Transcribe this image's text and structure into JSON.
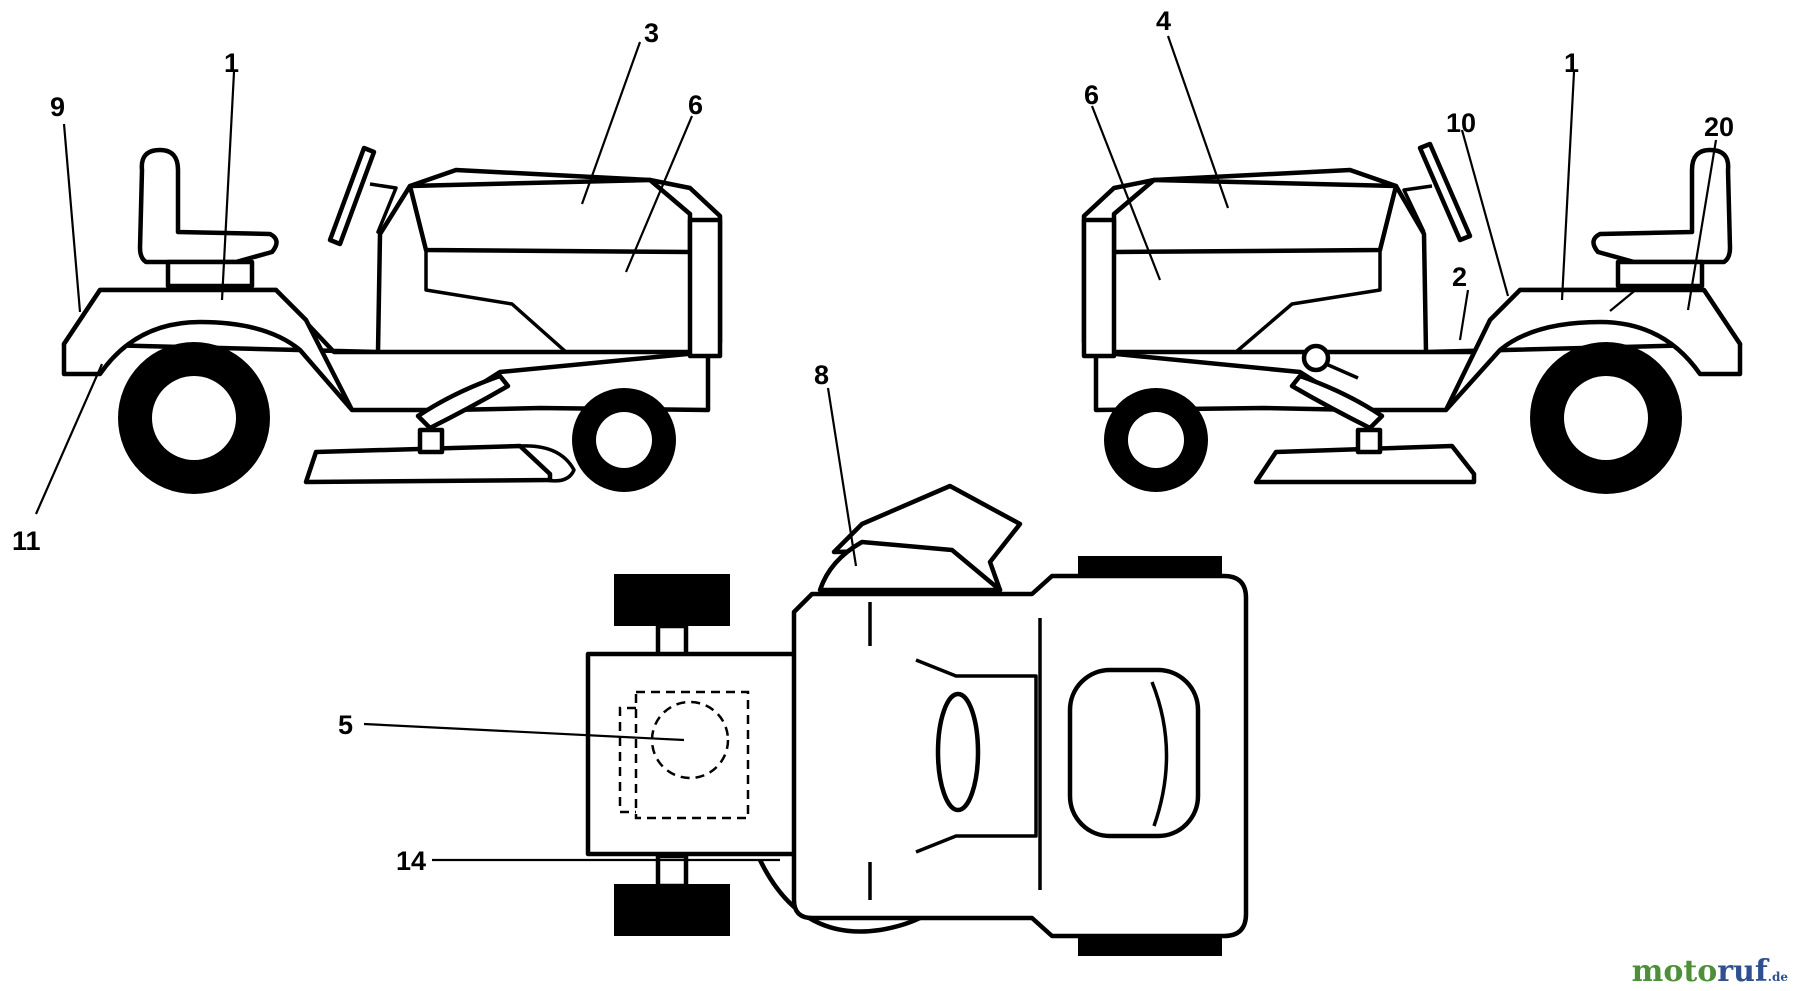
{
  "diagram": {
    "side_left_callouts": [
      "1",
      "3",
      "6",
      "9",
      "11"
    ],
    "side_right_callouts": [
      "4",
      "6",
      "10",
      "1",
      "20",
      "2"
    ],
    "top_view_callouts": [
      "8",
      "5",
      "14"
    ]
  },
  "watermark": {
    "name": "motoruf",
    "tld": ".de"
  }
}
